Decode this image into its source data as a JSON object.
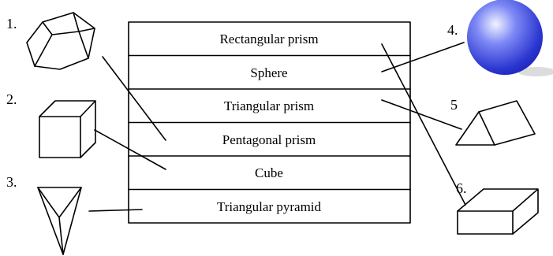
{
  "table": {
    "rows": [
      "Rectangular prism",
      "Sphere",
      "Triangular prism",
      "Pentagonal prism",
      "Cube",
      "Triangular pyramid"
    ]
  },
  "numbers": [
    "1.",
    "2.",
    "3.",
    "4.",
    "5",
    "6."
  ],
  "colors": {
    "sphere_light": "#eef0ff",
    "sphere_mid": "#5e6cf0",
    "sphere_dark": "#1a23b8",
    "shadow": "#d9d9d9"
  }
}
